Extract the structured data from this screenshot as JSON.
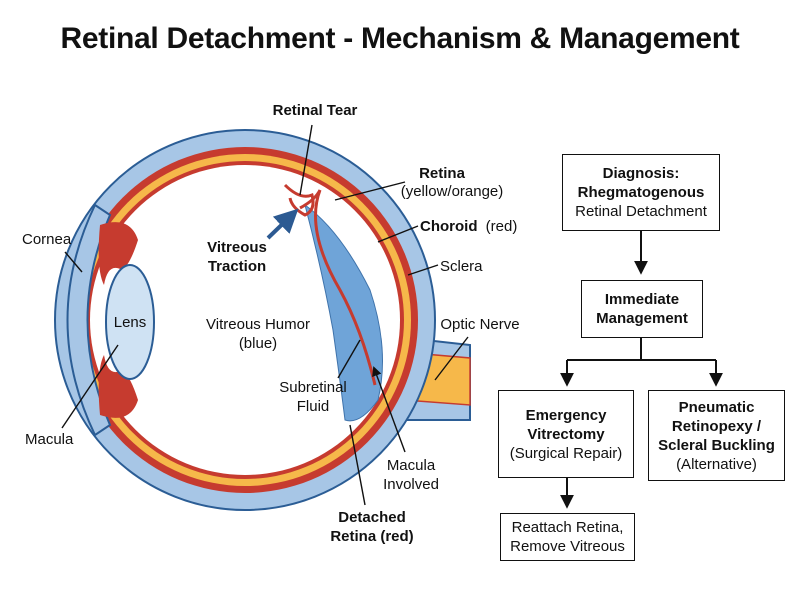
{
  "title": "Retinal Detachment - Mechanism & Management",
  "eye_labels": {
    "retinal_tear": "Retinal Tear",
    "retina": "Retina",
    "retina_note": "(yellow/orange)",
    "choroid": "Choroid",
    "choroid_note": "(red)",
    "sclera": "Sclera",
    "cornea": "Cornea",
    "lens": "Lens",
    "vitreous_traction_1": "Vitreous",
    "vitreous_traction_2": "Traction",
    "vitreous_humor_1": "Vitreous Humor",
    "vitreous_humor_2": "(blue)",
    "optic_nerve": "Optic Nerve",
    "subretinal_fluid_1": "Subretinal",
    "subretinal_fluid_2": "Fluid",
    "macula": "Macula",
    "macula_involved_1": "Macula",
    "macula_involved_2": "Involved",
    "detached_retina_1": "Detached",
    "detached_retina_2": "Retina (red)"
  },
  "flow": {
    "diagnosis": {
      "line1": "Diagnosis:",
      "line2": "Rhegmatogenous",
      "line3": "Retinal Detachment"
    },
    "immediate": {
      "line1": "Immediate",
      "line2": "Management"
    },
    "vitrectomy": {
      "line1": "Emergency",
      "line2": "Vitrectomy",
      "line3": "(Surgical Repair)"
    },
    "pneumatic": {
      "line1": "Pneumatic",
      "line2": "Retinopexy /",
      "line3": "Scleral Buckling",
      "line4": "(Alternative)"
    },
    "reattach": {
      "line1": "Reattach Retina,",
      "line2": "Remove Vitreous"
    }
  },
  "colors": {
    "sclera": "#a7c6e6",
    "sclera_stroke": "#2b5d95",
    "choroid": "#c63b2f",
    "retina": "#f6b84a",
    "vitreous": "#ffffff",
    "subretinal_fluid": "#6fa4d8",
    "lens": "#cfe2f3"
  }
}
